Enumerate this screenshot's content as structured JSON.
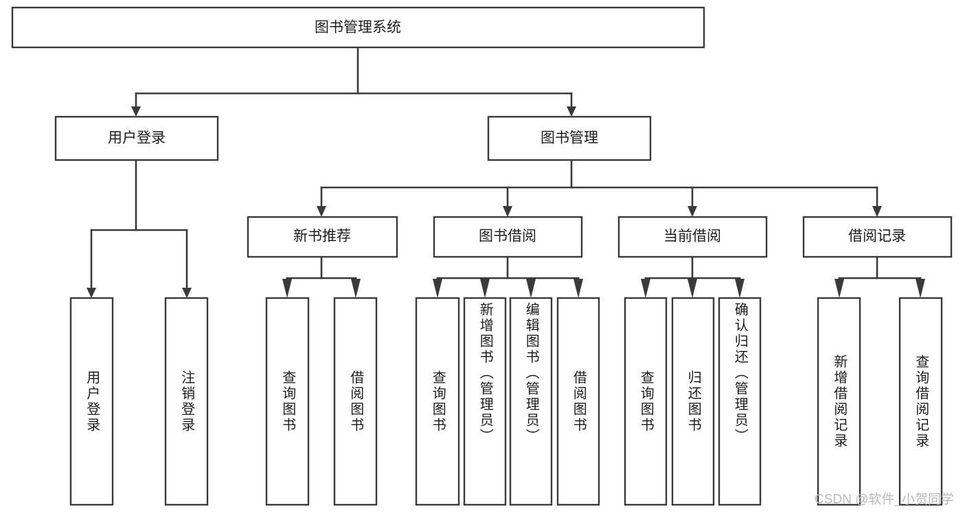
{
  "diagram": {
    "type": "tree-hierarchy-diagram",
    "title": "图书管理系统",
    "watermark": "CSDN @软件_小贺同学",
    "colors": {
      "background": "#ffffff",
      "box_fill": "#ffffff",
      "box_stroke": "#3a3a3a",
      "connector": "#3a3a3a",
      "text": "#1d1d1d",
      "watermark": "#b9b9b9"
    },
    "root": {
      "label": "图书管理系统",
      "orientation": "horizontal"
    },
    "level2": [
      {
        "id": "user-login",
        "label": "用户登录",
        "orientation": "horizontal"
      },
      {
        "id": "book-management",
        "label": "图书管理",
        "orientation": "horizontal"
      }
    ],
    "level3": [
      {
        "id": "new-book-recommend",
        "label": "新书推荐",
        "orientation": "horizontal",
        "parent": "book-management"
      },
      {
        "id": "book-borrow",
        "label": "图书借阅",
        "orientation": "horizontal",
        "parent": "book-management"
      },
      {
        "id": "current-borrow",
        "label": "当前借阅",
        "orientation": "horizontal",
        "parent": "book-management"
      },
      {
        "id": "borrow-record",
        "label": "借阅记录",
        "orientation": "horizontal",
        "parent": "book-management"
      }
    ],
    "leaves": [
      {
        "id": "leaf-user-login",
        "label": "用户登录",
        "orientation": "vertical",
        "parent": "user-login"
      },
      {
        "id": "leaf-user-logout",
        "label": "注销登录",
        "orientation": "vertical",
        "parent": "user-login"
      },
      {
        "id": "leaf-query-book-1",
        "label": "查询图书",
        "orientation": "vertical",
        "parent": "new-book-recommend"
      },
      {
        "id": "leaf-borrow-book-1",
        "label": "借阅图书",
        "orientation": "vertical",
        "parent": "new-book-recommend"
      },
      {
        "id": "leaf-query-book-2",
        "label": "查询图书",
        "orientation": "vertical",
        "parent": "book-borrow"
      },
      {
        "id": "leaf-add-book",
        "label": "新增图书（管理员）",
        "orientation": "vertical",
        "parent": "book-borrow"
      },
      {
        "id": "leaf-edit-book",
        "label": "编辑图书（管理员）",
        "orientation": "vertical",
        "parent": "book-borrow"
      },
      {
        "id": "leaf-borrow-book-2",
        "label": "借阅图书",
        "orientation": "vertical",
        "parent": "book-borrow"
      },
      {
        "id": "leaf-query-book-3",
        "label": "查询图书",
        "orientation": "vertical",
        "parent": "current-borrow"
      },
      {
        "id": "leaf-return-book",
        "label": "归还图书",
        "orientation": "vertical",
        "parent": "current-borrow"
      },
      {
        "id": "leaf-confirm-return",
        "label": "确认归还（管理员）",
        "orientation": "vertical",
        "parent": "current-borrow"
      },
      {
        "id": "leaf-add-record",
        "label": "新增借阅记录",
        "orientation": "vertical",
        "parent": "borrow-record"
      },
      {
        "id": "leaf-query-record",
        "label": "查询借阅记录",
        "orientation": "vertical",
        "parent": "borrow-record"
      }
    ]
  }
}
